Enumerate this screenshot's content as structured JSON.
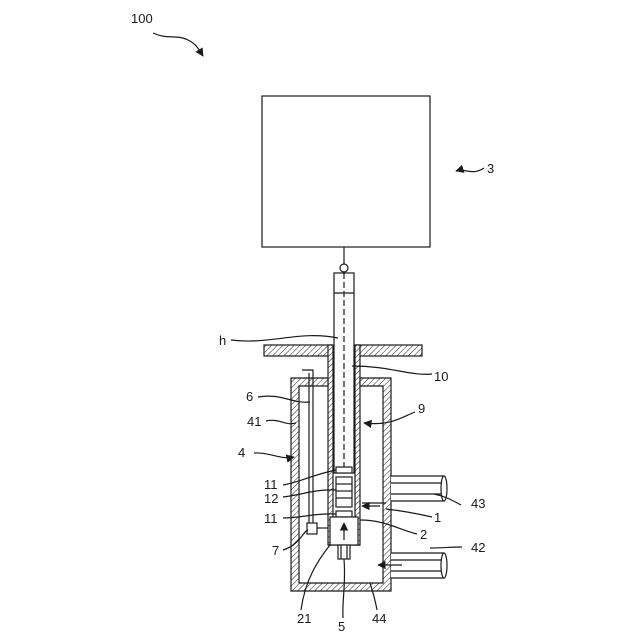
{
  "labels": {
    "l100": "100",
    "l3": "3",
    "lh": "h",
    "l10": "10",
    "l6": "6",
    "l41": "41",
    "l9": "9",
    "l4": "4",
    "l11a": "11",
    "l12": "12",
    "l11b": "11",
    "l1": "1",
    "l43": "43",
    "l2": "2",
    "l7": "7",
    "l42": "42",
    "l21": "21",
    "l5": "5",
    "l44": "44"
  }
}
